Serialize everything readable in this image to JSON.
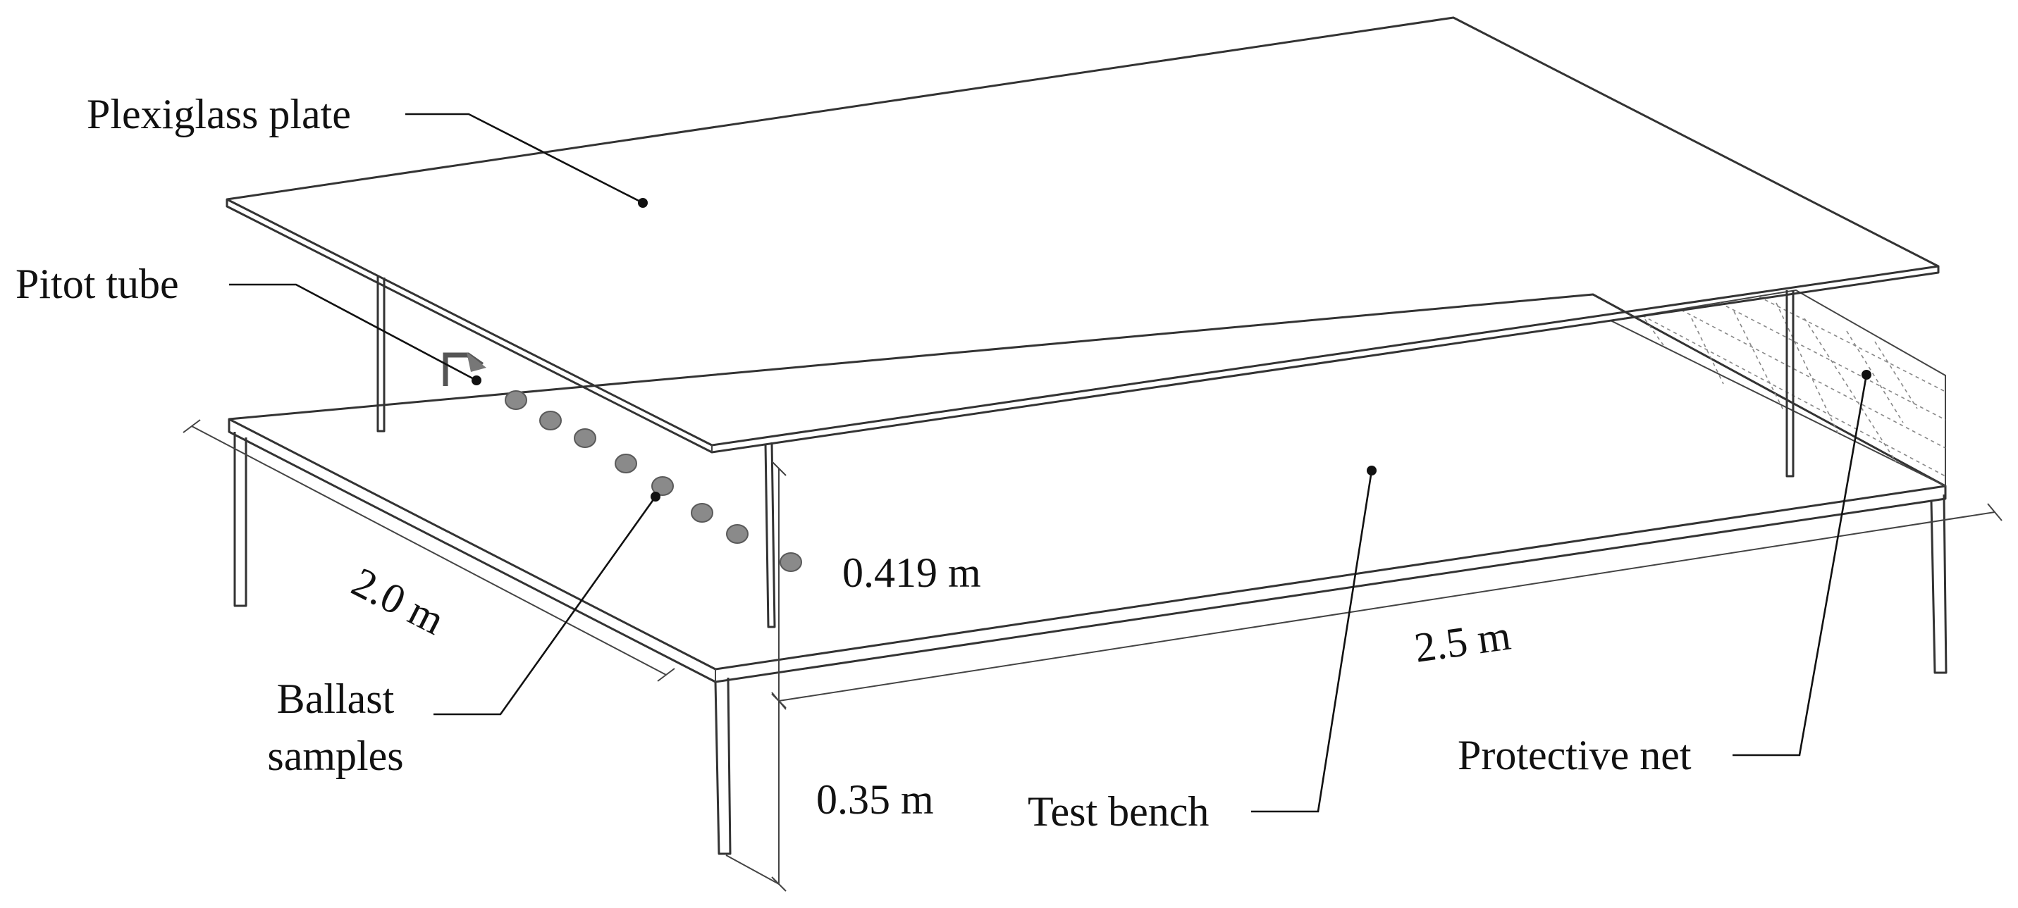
{
  "labels": {
    "plexiglass_plate": "Plexiglass plate",
    "pitot_tube": "Pitot tube",
    "ballast_line1": "Ballast",
    "ballast_line2": "samples",
    "test_bench": "Test bench",
    "protective_net": "Protective net"
  },
  "dimensions": {
    "width": "2.0 m",
    "length": "2.5 m",
    "gap_height": "0.419 m",
    "bench_height": "0.35 m"
  },
  "colors": {
    "line": "#333333",
    "ballast": "#8a8a8a",
    "background": "#ffffff"
  }
}
